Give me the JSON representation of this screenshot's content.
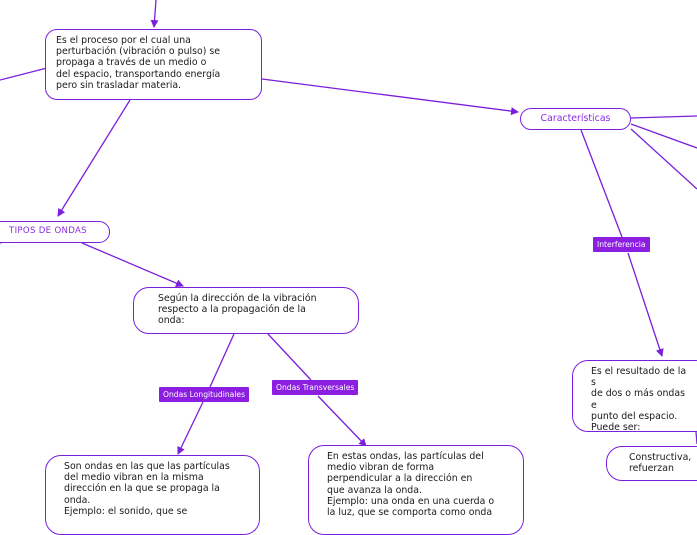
{
  "nodes": {
    "definition": "Es el proceso por el cual una\nperturbación (vibración o pulso) se\npropaga a través de un medio o\ndel espacio, transportando energía\npero sin trasladar materia.",
    "caracteristicas": "Características",
    "tipos_de_ondas": "TIPOS DE ONDAS",
    "segun_direccion": "Según la dirección de la vibración\nrespecto a la propagación de la\nonda:",
    "longitudinales_desc": "Son ondas en las que las partículas\ndel medio vibran en la misma\ndirección en la que se propaga la\nonda.\nEjemplo: el sonido, que se",
    "transversales_desc": "En estas ondas, las partículas del\nmedio vibran de forma\nperpendicular a la dirección en\nque avanza la onda.\nEjemplo: una onda en una cuerda o\nla luz, que se comporta como onda",
    "interferencia_desc": "Es el resultado de la s\nde dos o más ondas e\npunto del espacio.\nPuede ser:",
    "constructiva": "Constructiva,\nrefuerzan"
  },
  "labels": {
    "ondas_longitudinales": "Ondas Longitudinales",
    "ondas_transversales": "Ondas Transversales",
    "interferencia": "Interferencia"
  },
  "colors": {
    "accent": "#7b1fdc",
    "label_fill": "#8b1ee0",
    "text": "#1a1a1a",
    "background": "#ffffff"
  }
}
